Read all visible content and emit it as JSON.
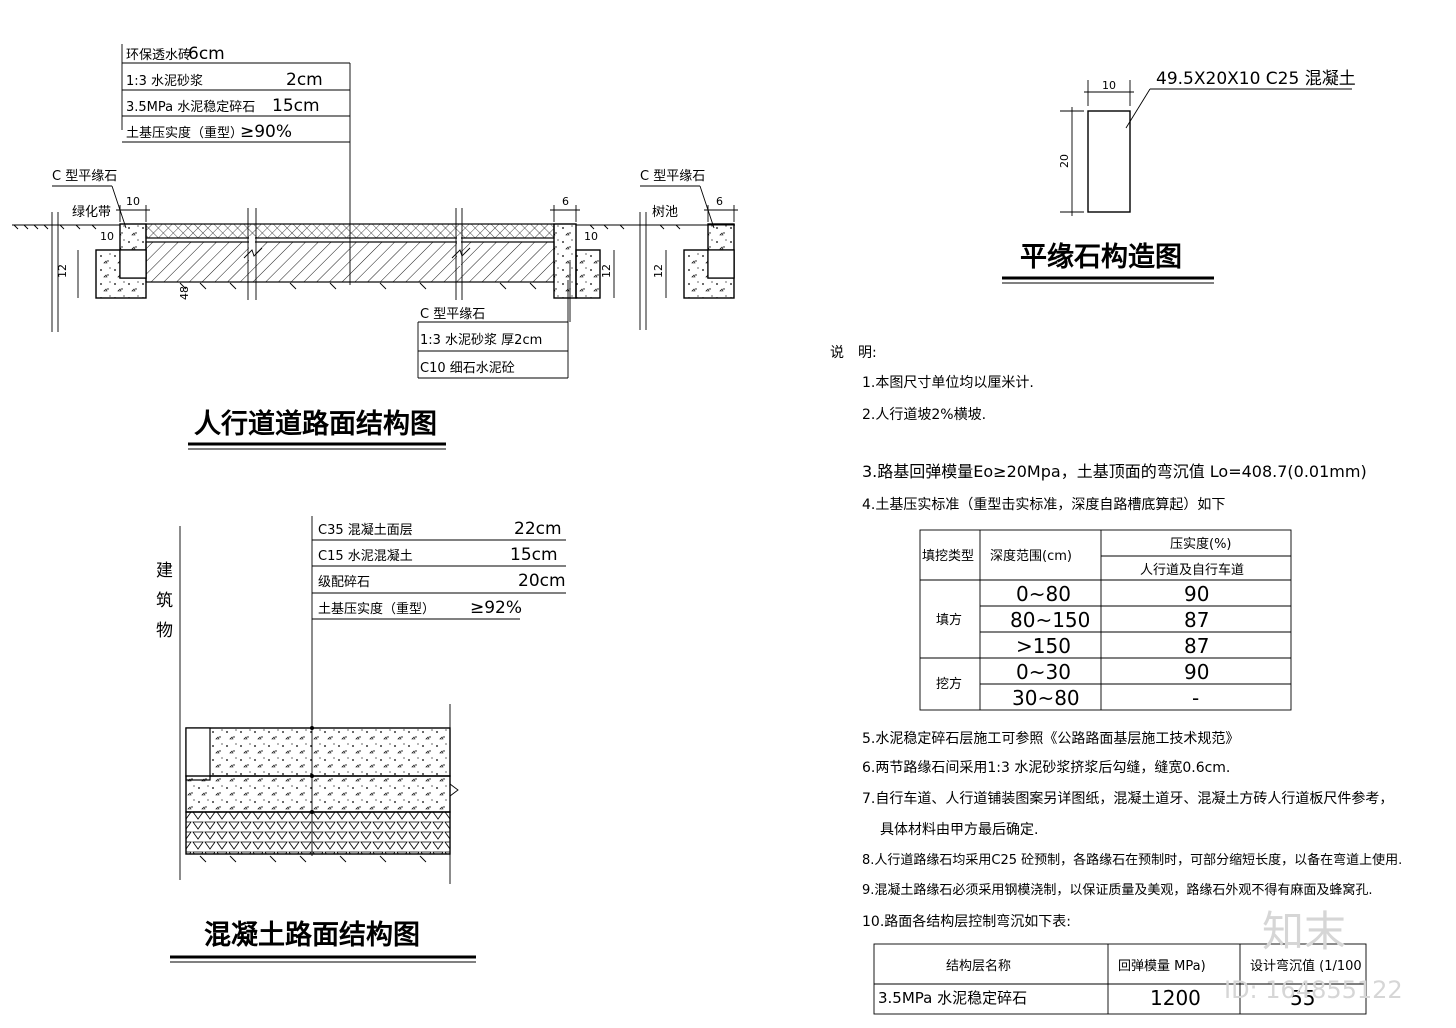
{
  "sidewalk": {
    "title": "人行道道路面结构图",
    "layers": [
      {
        "name": "环保透水砖",
        "value": "6cm"
      },
      {
        "name": "1:3 水泥砂浆",
        "value": "2cm"
      },
      {
        "name": "3.5MPa 水泥稳定碎石",
        "value": "15cm"
      },
      {
        "name": "土基压实度（重型）",
        "value": "≥90%"
      }
    ],
    "curb_label_left": "C 型平缘石",
    "green_belt": "绿化带",
    "curb_label_right": "C 型平缘石",
    "tree_pool": "树池",
    "bottom_callouts": [
      "C 型平缘石",
      "1:3 水泥砂浆 厚2cm",
      "C10 细石水泥砼"
    ],
    "dims": {
      "d10": "10",
      "d6": "6",
      "d12": "12",
      "d48": "48"
    }
  },
  "curb_detail": {
    "title": "平缘石构造图",
    "spec": "49.5X20X10  C25 混凝土",
    "width": "10",
    "height": "20"
  },
  "concrete": {
    "title": "混凝土路面结构图",
    "building": [
      "建",
      "筑",
      "物"
    ],
    "layers": [
      {
        "name": "C35 混凝土面层",
        "value": "22cm"
      },
      {
        "name": "C15 水泥混凝土",
        "value": "15cm"
      },
      {
        "name": "级配碎石",
        "value": "20cm"
      },
      {
        "name": "土基压实度（重型）",
        "value": "≥92%"
      }
    ]
  },
  "notes": {
    "heading": "说　明:",
    "items": [
      "1.本图尺寸单位均以厘米计.",
      "2.人行道坡2%横坡.",
      "3.路基回弹模量Eo≥20Mpa，土基顶面的弯沉值 Lo=408.7(0.01mm)",
      "4.土基压实标准（重型击实标准，深度自路槽底算起）如下",
      "5.水泥稳定碎石层施工可参照《公路路面基层施工技术规范》",
      "6.两节路缘石间采用1:3 水泥砂浆挤浆后勾缝，缝宽0.6cm.",
      "7.自行车道、人行道铺装图案另详图纸，混凝土道牙、混凝土方砖人行道板尺件参考，",
      "具体材料由甲方最后确定.",
      "8.人行道路缘石均采用C25 砼预制，各路缘石在预制时，可部分缩短长度，以备在弯道上使用.",
      "9.混凝土路缘石必须采用钢模浇制，以保证质量及美观，路缘石外观不得有麻面及蜂窝孔.",
      "10.路面各结构层控制弯沉如下表:"
    ]
  },
  "compaction_table": {
    "headers": [
      "填挖类型",
      "深度范围(cm)",
      "压实度(%)"
    ],
    "subheader": "人行道及自行车道",
    "groups": [
      {
        "type": "填方",
        "rows": [
          [
            "0~80",
            "90"
          ],
          [
            "80~150",
            "87"
          ],
          [
            ">150",
            "87"
          ]
        ]
      },
      {
        "type": "挖方",
        "rows": [
          [
            "0~30",
            "90"
          ],
          [
            "30~80",
            "-"
          ]
        ]
      }
    ]
  },
  "deflection_table": {
    "headers": [
      "结构层名称",
      "回弹模量 MPa)",
      "设计弯沉值 (1/100"
    ],
    "rows": [
      [
        "3.5MPa 水泥稳定碎石",
        "1200",
        "55"
      ]
    ]
  },
  "watermark": {
    "logo": "知末",
    "id": "ID: 1648551​22"
  }
}
